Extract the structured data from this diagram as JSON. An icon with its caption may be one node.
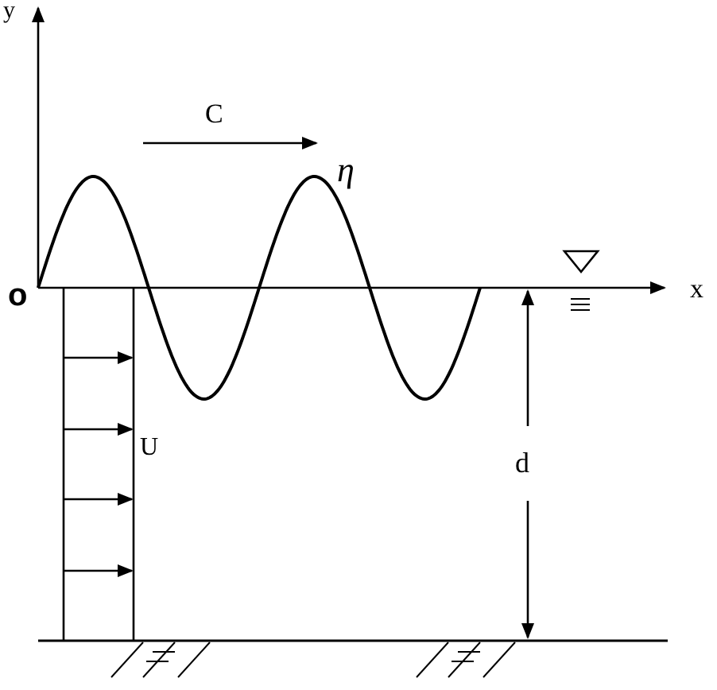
{
  "diagram": {
    "labels": [
      "y",
      "C",
      "η",
      "o",
      "x",
      "U",
      "d"
    ]
  }
}
